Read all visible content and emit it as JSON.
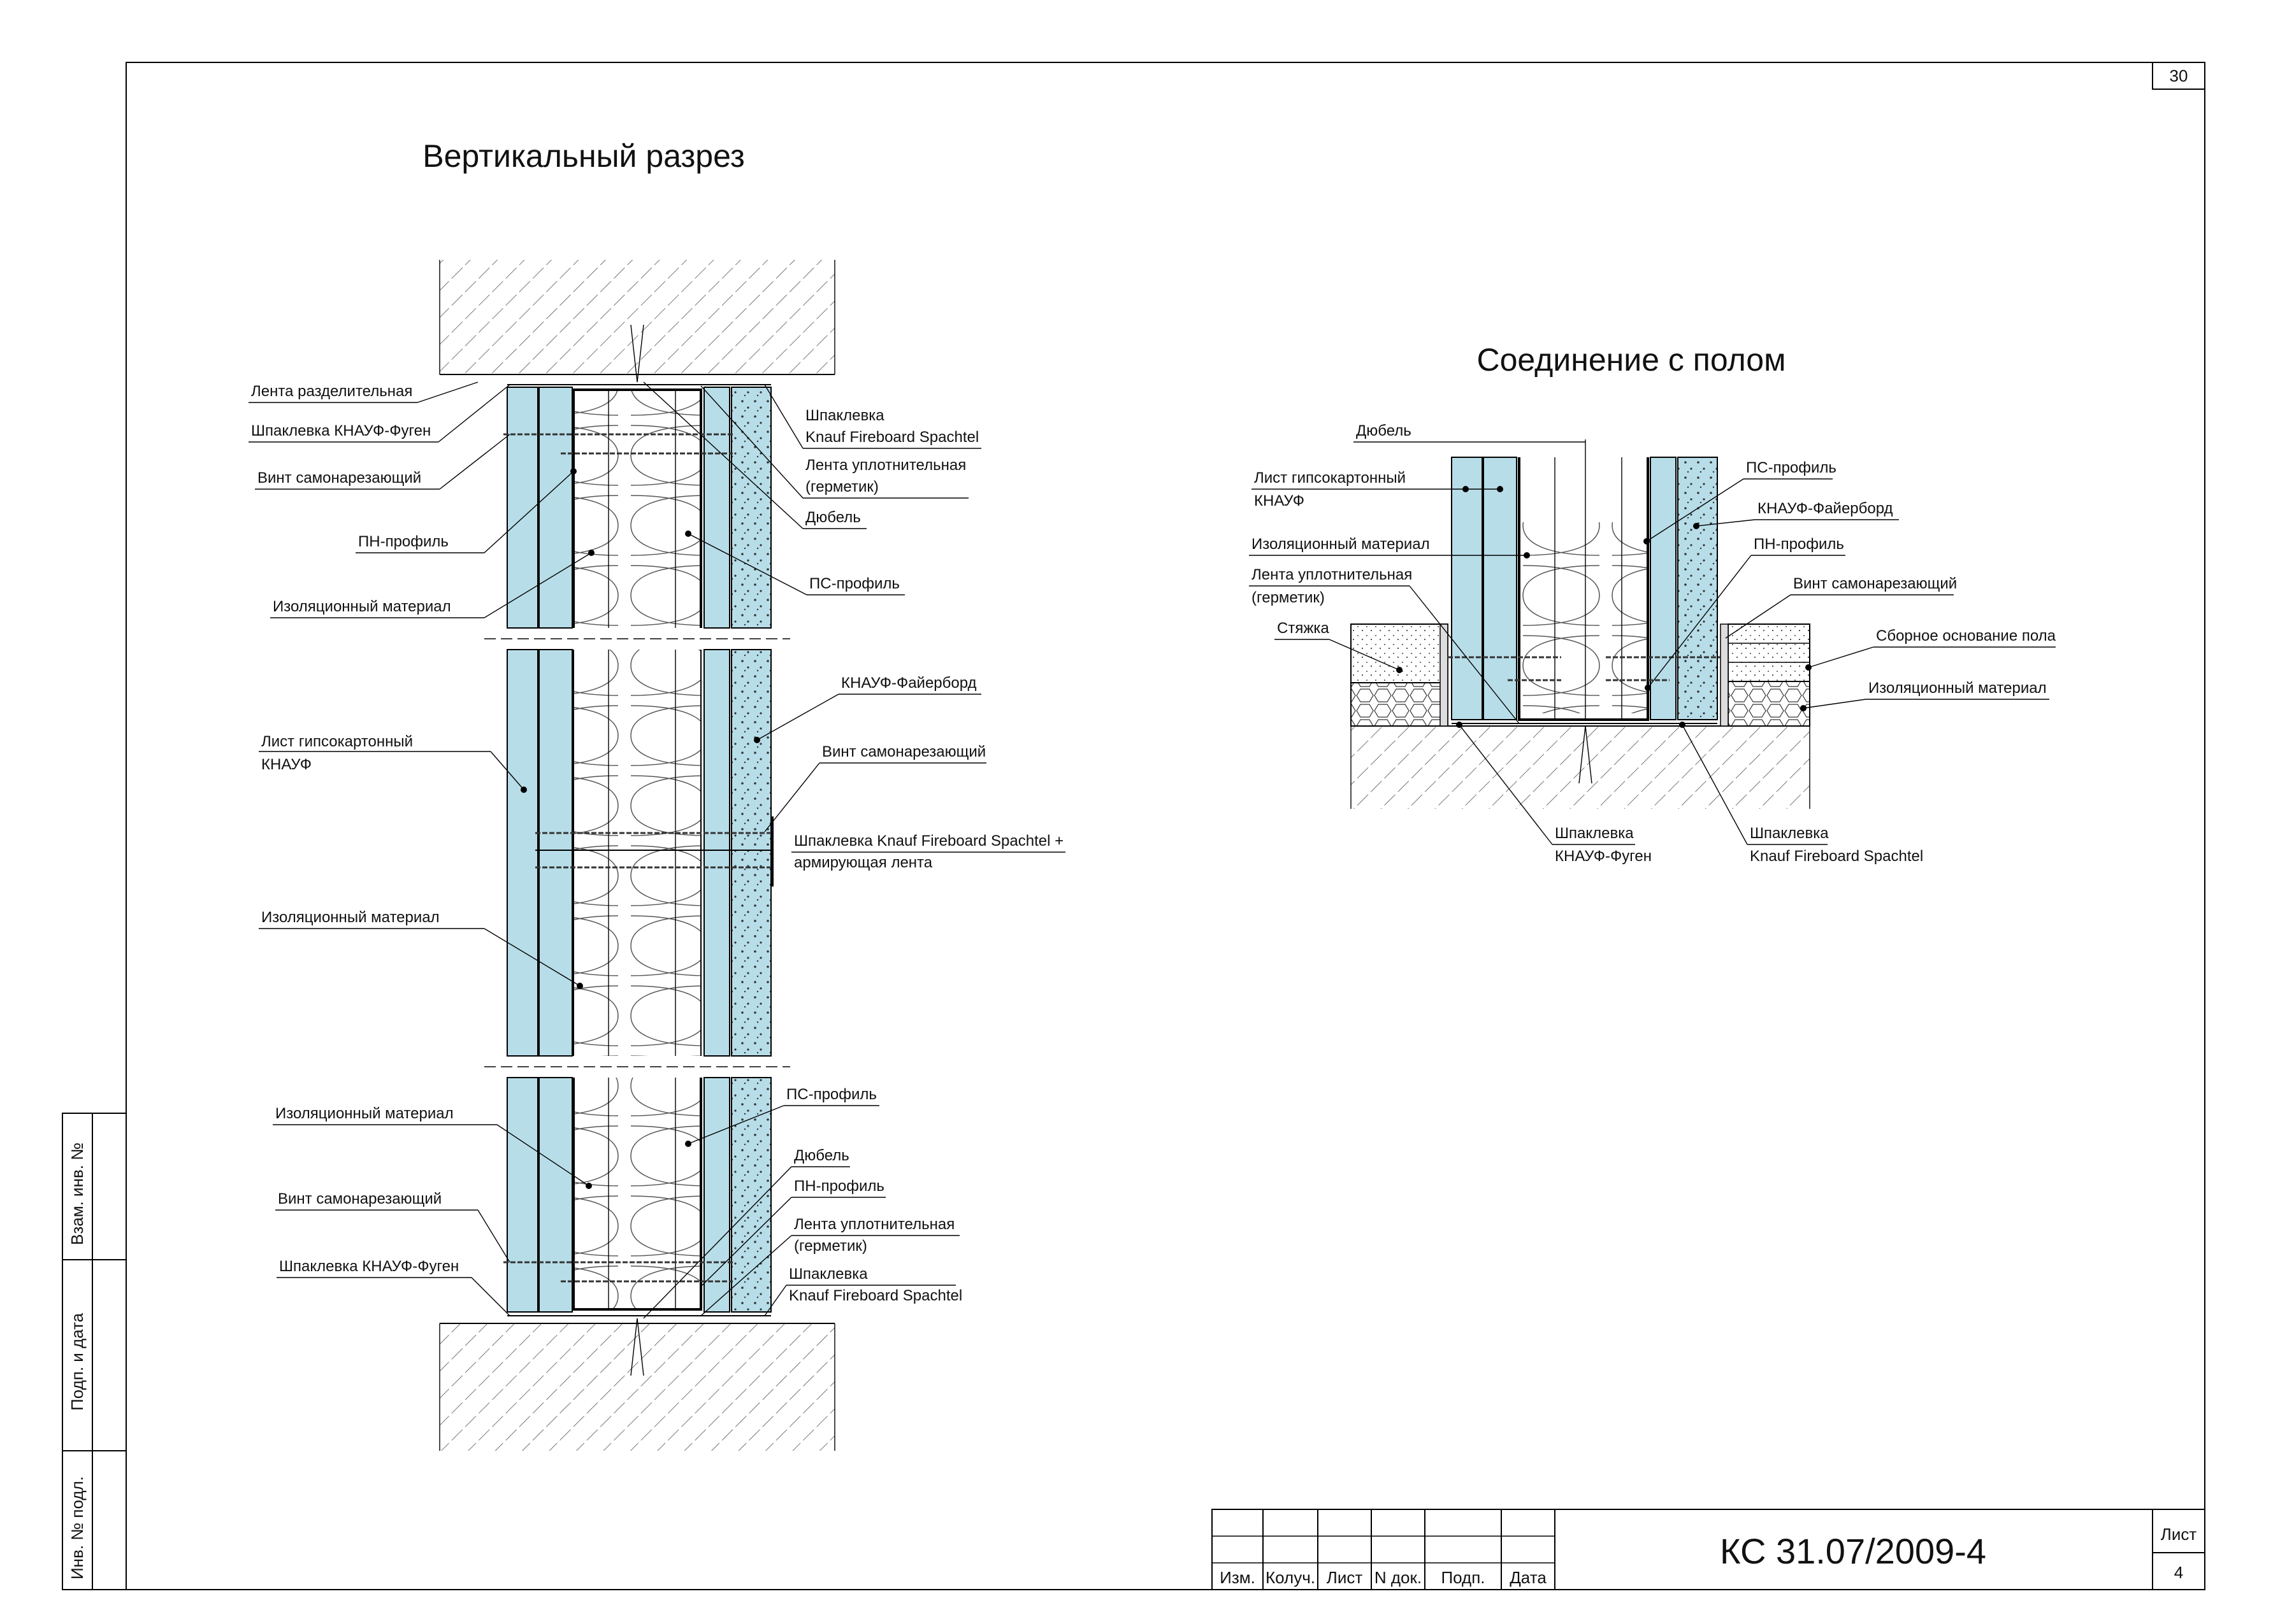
{
  "sheet": {
    "number": "30",
    "code": "КС 31.07/2009-4",
    "list_label": "Лист",
    "list_value": "4"
  },
  "stamp_headers": [
    "Изм.",
    "Колуч.",
    "Лист",
    "N док.",
    "Подп.",
    "Дата"
  ],
  "side_fields": [
    "Взам. инв. №",
    "Подп. и дата",
    "Инв. № подл."
  ],
  "vertical": {
    "title": "Вертикальный разрез",
    "top_left": [
      "Лента разделительная",
      "Шпаклевка КНАУФ-Фуген",
      "Винт самонарезающий",
      "ПН-профиль",
      "Изоляционный материал"
    ],
    "top_right": [
      "Шпаклевка",
      "Knauf Fireboard Spachtel",
      "Лента уплотнительная",
      "(герметик)",
      "Дюбель",
      "ПС-профиль"
    ],
    "mid_left": [
      "Лист гипсокартонный",
      "КНАУФ",
      "Изоляционный материал"
    ],
    "mid_right": [
      "КНАУФ-Файерборд",
      "Винт самонарезающий",
      "Шпаклевка Knauf Fireboard Spachtel +",
      "армирующая лента"
    ],
    "bot_left": [
      "Изоляционный материал",
      "Винт самонарезающий",
      "Шпаклевка КНАУФ-Фуген"
    ],
    "bot_right": [
      "ПС-профиль",
      "Дюбель",
      "ПН-профиль",
      "Лента уплотнительная",
      "(герметик)",
      "Шпаклевка",
      "Knauf Fireboard Spachtel"
    ]
  },
  "floor": {
    "title": "Соединение с полом",
    "left": [
      "Дюбель",
      "Лист гипсокартонный",
      "КНАУФ",
      "Изоляционный материал",
      "Лента уплотнительная",
      "(герметик)",
      "Стяжка"
    ],
    "right": [
      "ПС-профиль",
      "КНАУФ-Файерборд",
      "ПН-профиль",
      "Винт самонарезающий",
      "Сборное основание пола",
      "Изоляционный материал"
    ],
    "bottom": [
      "Шпаклевка",
      "КНАУФ-Фуген",
      "Шпаклевка",
      "Knauf Fireboard Spachtel"
    ]
  }
}
